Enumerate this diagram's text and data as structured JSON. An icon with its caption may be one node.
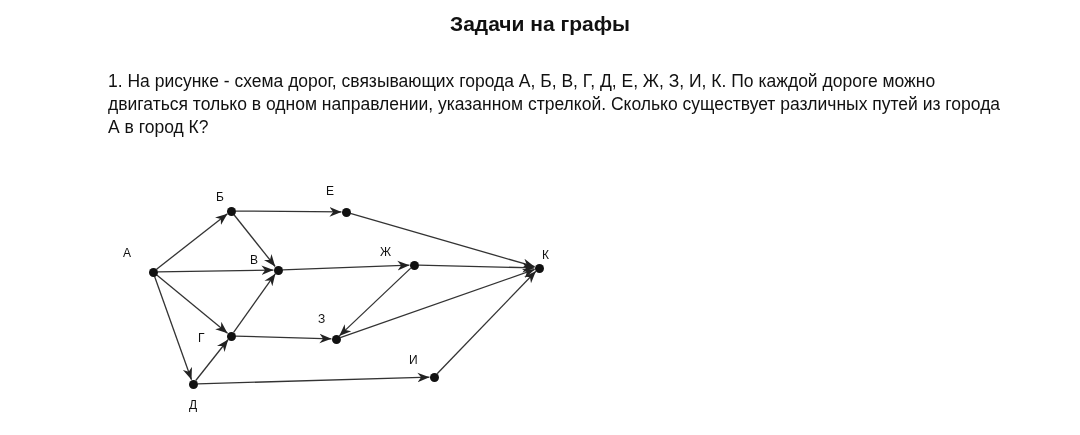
{
  "diagram": {
    "title": "Задачи на графы",
    "nodes": [
      {
        "text": [
          "А"
        ]
      },
      {
        "text": [
          "Б"
        ]
      },
      {
        "text": [
          "В"
        ]
      },
      {
        "text": [
          "Г"
        ]
      },
      {
        "text": [
          "Д"
        ]
      },
      {
        "text": [
          "Е"
        ]
      },
      {
        "text": [
          "Ж"
        ]
      },
      {
        "text": [
          "З"
        ]
      },
      {
        "text": [
          "И"
        ]
      },
      {
        "text": [
          "К"
        ]
      }
    ],
    "edges": [
      {
        "from": 0,
        "to": 1,
        "arrow": "to"
      },
      {
        "from": 0,
        "to": 2,
        "arrow": "to"
      },
      {
        "from": 0,
        "to": 3,
        "arrow": "to"
      },
      {
        "from": 0,
        "to": 4,
        "arrow": "to"
      },
      {
        "from": 1,
        "to": 5,
        "arrow": "to"
      },
      {
        "from": 1,
        "to": 2,
        "arrow": "to"
      },
      {
        "from": 3,
        "to": 2,
        "arrow": "to"
      },
      {
        "from": 4,
        "to": 3,
        "arrow": "to"
      },
      {
        "from": 3,
        "to": 7,
        "arrow": "to"
      },
      {
        "from": 4,
        "to": 8,
        "arrow": "to"
      },
      {
        "from": 2,
        "to": 6,
        "arrow": "to"
      },
      {
        "from": 5,
        "to": 9,
        "arrow": "to"
      },
      {
        "from": 6,
        "to": 9,
        "arrow": "to"
      },
      {
        "from": 6,
        "to": 7,
        "arrow": "to"
      },
      {
        "from": 7,
        "to": 9,
        "arrow": "to"
      },
      {
        "from": 8,
        "to": 9,
        "arrow": "to"
      }
    ],
    "labels": [
      "1. На рисунке - схема дорог, связывающих города А, Б, В, Г, Д, Е, Ж, З, И, К. По каждой дороге можно двигаться только в одном направлении, указанном стрелкой. Сколько существует различных путей из города А в город К?"
    ]
  }
}
